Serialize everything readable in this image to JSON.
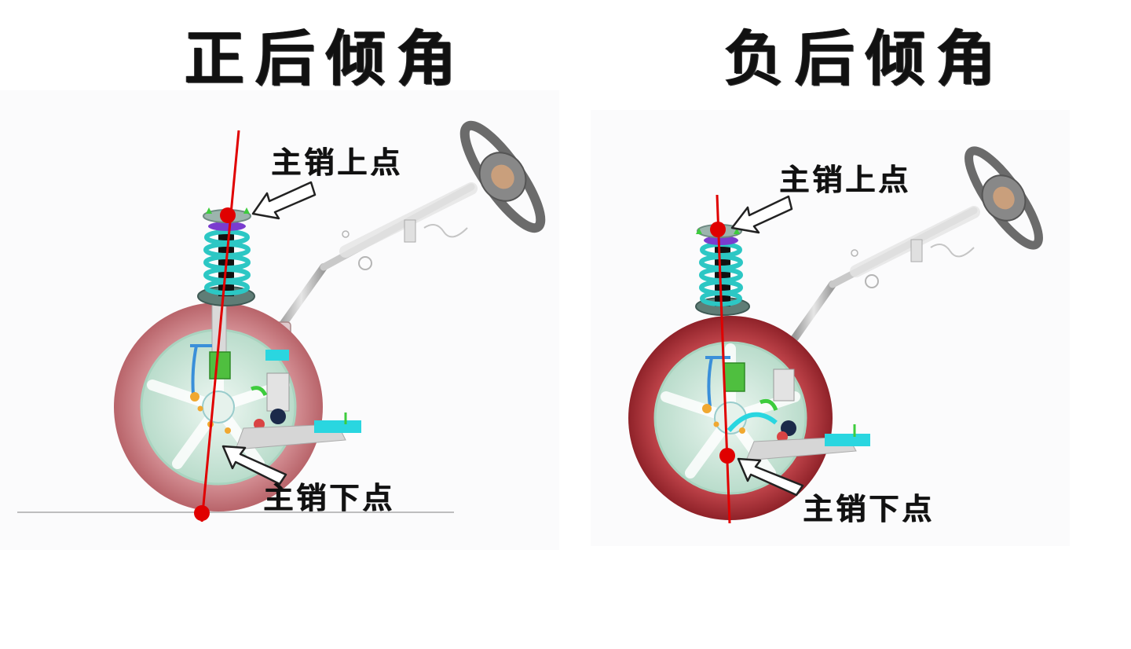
{
  "left_panel": {
    "title": "正后倾角",
    "upper_point_label": "主销上点",
    "lower_point_label": "主销下点"
  },
  "right_panel": {
    "title": "负后倾角",
    "upper_point_label": "主销上点",
    "lower_point_label": "主销下点"
  },
  "colors": {
    "kingpin_axis": "#e00000",
    "tire_left": "#c9767a",
    "tire_right": "#b8383f",
    "spring": "#2cc7c4",
    "wheel": "#cfe9dc",
    "steering": "#8f8f8f"
  }
}
